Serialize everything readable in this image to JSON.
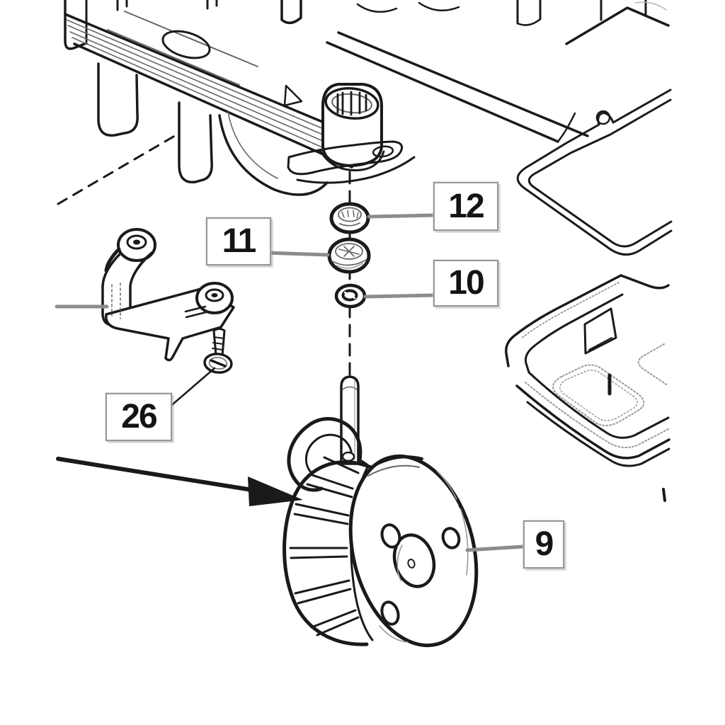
{
  "diagram": {
    "kind": "exploded-parts-drawing",
    "background_color": "#ffffff",
    "line_color": "#1a1a1a",
    "leader_line_color": "#8c8c8c",
    "label_box": {
      "border_color": "#989898",
      "text_color": "#141414",
      "background": "#ffffff"
    },
    "callouts": [
      {
        "id": "12",
        "points_to": "upper-washer"
      },
      {
        "id": "11",
        "points_to": "middle-bushing-washer"
      },
      {
        "id": "10",
        "points_to": "lower-washer"
      },
      {
        "id": "26",
        "points_to": "screw"
      },
      {
        "id": "9",
        "points_to": "caster-wheel"
      }
    ],
    "parts": [
      "chassis-fragment",
      "spline-boss",
      "mounting-bracket",
      "screw",
      "washer-12",
      "washer-11",
      "washer-10",
      "caster-pin",
      "caster-fork",
      "caster-wheel",
      "gasket-frame",
      "cover-panel"
    ],
    "annotations": {
      "insertion_arrow": "black solid arrow pointing to caster wheel",
      "centerline": "dashed assembly axis"
    }
  }
}
